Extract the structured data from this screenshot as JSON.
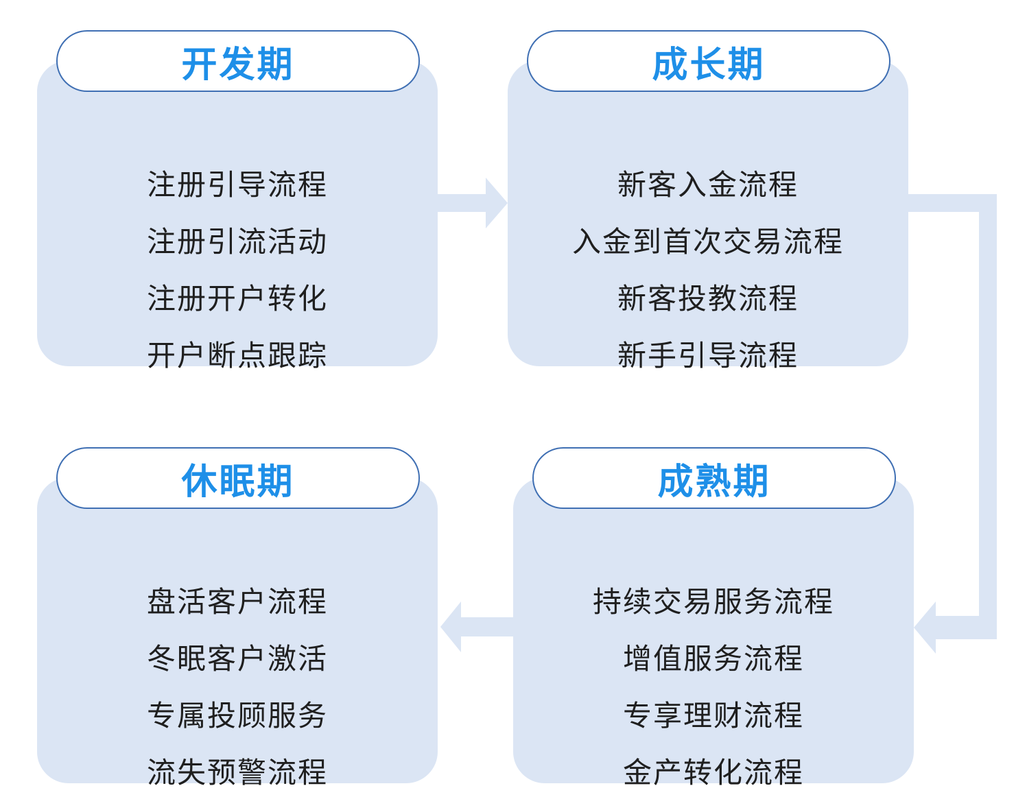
{
  "stages": [
    {
      "title": "开发期",
      "items": [
        "注册引导流程",
        "注册引流活动",
        "注册开户转化",
        "开户断点跟踪"
      ]
    },
    {
      "title": "成长期",
      "items": [
        "新客入金流程",
        "入金到首次交易流程",
        "新客投教流程",
        "新手引导流程"
      ]
    },
    {
      "title": "成熟期",
      "items": [
        "持续交易服务流程",
        "增值服务流程",
        "专享理财流程",
        "金产转化流程"
      ]
    },
    {
      "title": "休眠期",
      "items": [
        "盘活客户流程",
        "冬眠客户激活",
        "专属投顾服务",
        "流失预警流程"
      ]
    }
  ],
  "colors": {
    "card_fill": "#dbe5f4",
    "arrow_fill": "#dbe5f4",
    "tab_border": "#3f6fb3",
    "title_text": "#1e8fe8",
    "item_text": "#1f1f1f"
  }
}
